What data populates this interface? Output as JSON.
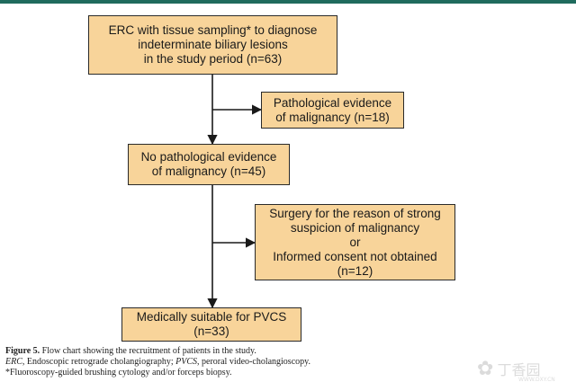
{
  "boxes": {
    "b1": [
      "ERC with tissue sampling* to diagnose",
      "indeterminate biliary lesions",
      "in the study period (n=63)"
    ],
    "b2": [
      "Pathological evidence",
      "of malignancy (n=18)"
    ],
    "b3": [
      "No pathological evidence",
      "of malignancy (n=45)"
    ],
    "b4": [
      "Surgery for the reason of strong",
      "suspicion of malignancy",
      "or",
      "Informed consent not obtained",
      "(n=12)"
    ],
    "b5": [
      "Medically suitable for PVCS",
      "(n=33)"
    ]
  },
  "caption": {
    "figure_label": "Figure 5.",
    "figure_text": " Flow chart showing the recruitment of patients in the study.",
    "abbr1": "ERC",
    "abbr1_text": ", Endoscopic retrograde cholangiography; ",
    "abbr2": "PVCS",
    "abbr2_text": ", peroral video-cholangioscopy.",
    "footnote": "*Fluoroscopy-guided brushing cytology and/or forceps biopsy."
  },
  "watermark": {
    "text": "丁香园",
    "url": "WWW.DXY.CN",
    "icon": "dxy-logo-icon"
  },
  "colors": {
    "box_fill": "#f8d49a",
    "top_rule": "#1f6b5d",
    "line": "#1a1a1a"
  }
}
